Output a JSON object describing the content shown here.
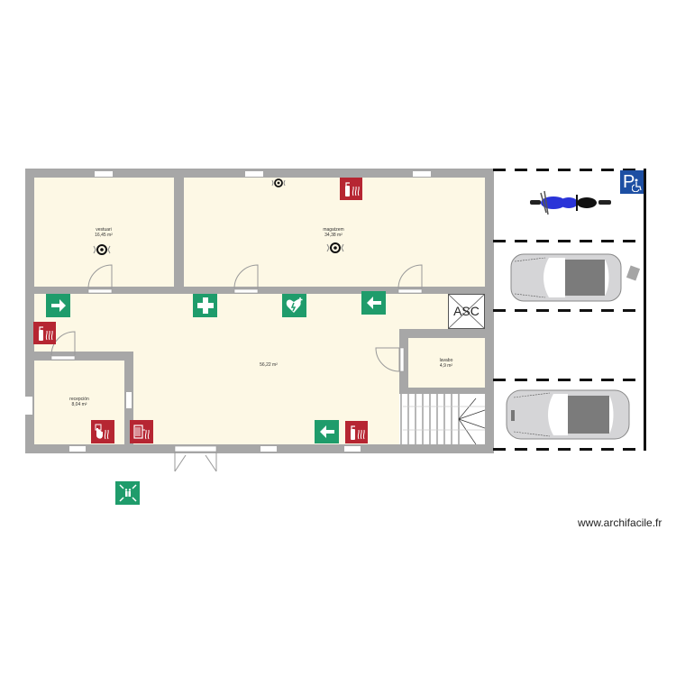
{
  "plan": {
    "rooms": [
      {
        "id": "vestuari",
        "name": "vestuari",
        "area": "16,45 m²"
      },
      {
        "id": "magatzem",
        "name": "magatzem",
        "area": "34,38 m²"
      },
      {
        "id": "hall",
        "name": "",
        "area": "56,22 m²"
      },
      {
        "id": "lavabo",
        "name": "lavabo",
        "area": "4,9 m²"
      },
      {
        "id": "recepcion",
        "name": "recepción",
        "area": "8,04 m²"
      }
    ],
    "elevator_label": "ASC",
    "signs": [
      {
        "type": "exit-arrow-right",
        "color": "#1f9c6b"
      },
      {
        "type": "first-aid",
        "color": "#1f9c6b"
      },
      {
        "type": "defibrillator",
        "color": "#1f9c6b"
      },
      {
        "type": "exit-arrow-left",
        "color": "#1f9c6b"
      },
      {
        "type": "exit-arrow-left",
        "color": "#1f9c6b"
      },
      {
        "type": "assembly-point",
        "color": "#1f9c6b"
      },
      {
        "type": "fire-extinguisher",
        "color": "#b62632"
      },
      {
        "type": "fire-alarm",
        "color": "#b62632"
      },
      {
        "type": "fire-hose",
        "color": "#b62632"
      }
    ],
    "parking": {
      "accessible_sign": "P",
      "spaces": [
        "motorcycle",
        "car",
        "empty",
        "car"
      ]
    }
  },
  "colors": {
    "wall": "#a7a7a7",
    "floor": "#fdf8e5",
    "safe_green": "#1f9c6b",
    "fire_red": "#b62632",
    "parking_blue": "#1d4fa3"
  },
  "watermark": "www.archifacile.fr"
}
